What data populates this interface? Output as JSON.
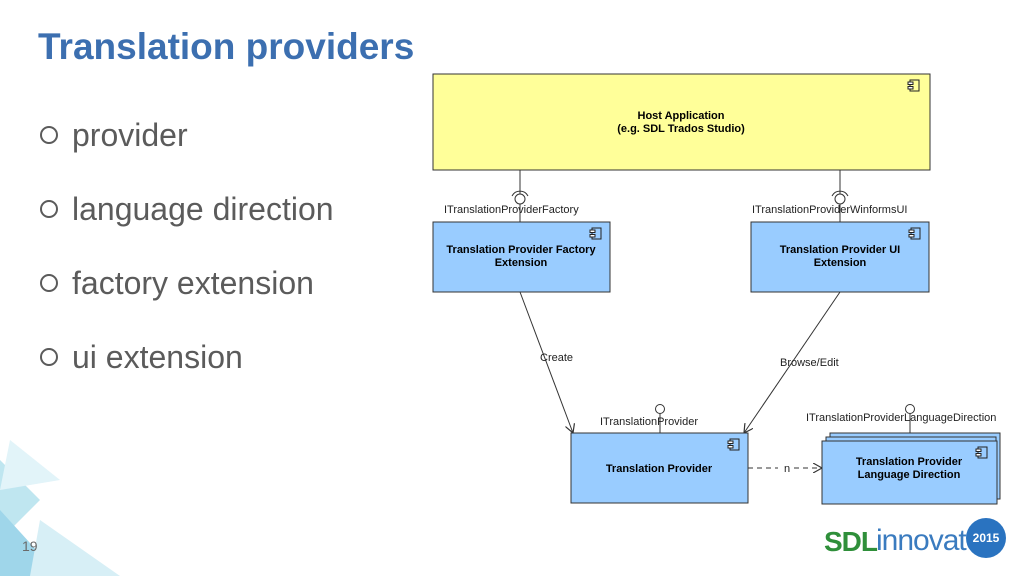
{
  "slide": {
    "title": "Translation providers",
    "bullets": [
      "provider",
      "language direction",
      "factory extension",
      "ui extension"
    ],
    "number": "19"
  },
  "diagram": {
    "host": {
      "line1": "Host Application",
      "line2": "(e.g. SDL Trados Studio)"
    },
    "factory": {
      "interface": "ITranslationProviderFactory",
      "line1": "Translation Provider Factory",
      "line2": "Extension"
    },
    "ui": {
      "interface": "ITranslationProviderWinformsUI",
      "line1": "Translation Provider UI",
      "line2": "Extension"
    },
    "provider": {
      "interface": "ITranslationProvider",
      "label": "Translation Provider"
    },
    "direction": {
      "interface": "ITranslationProviderLanguageDirection",
      "line1": "Translation Provider",
      "line2": "Language Direction"
    },
    "edges": {
      "create": "Create",
      "browse": "Browse/Edit",
      "multiplicity": "n"
    }
  },
  "logo": {
    "sdl": "SDL",
    "innovate": "innovate",
    "year": "2015"
  },
  "colors": {
    "title": "#3c6fb0",
    "host_fill": "#ffff99",
    "component_fill": "#99ccff",
    "logo_green": "#2f8f3a",
    "logo_blue": "#3a7bbf"
  }
}
